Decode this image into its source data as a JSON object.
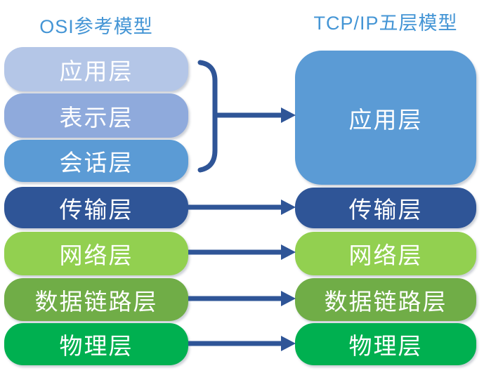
{
  "diagram": {
    "left": {
      "title": "OSI参考模型",
      "layers": [
        {
          "name": "application",
          "label": "应用层",
          "color": "#b4c6e7"
        },
        {
          "name": "presentation",
          "label": "表示层",
          "color": "#8faadc"
        },
        {
          "name": "session",
          "label": "会话层",
          "color": "#5b9bd5"
        },
        {
          "name": "transport",
          "label": "传输层",
          "color": "#2f5597"
        },
        {
          "name": "network",
          "label": "网络层",
          "color": "#92d050"
        },
        {
          "name": "data-link",
          "label": "数据链路层",
          "color": "#70ad47"
        },
        {
          "name": "physical",
          "label": "物理层",
          "color": "#00b050"
        }
      ]
    },
    "right": {
      "title": "TCP/IP五层模型",
      "layers": [
        {
          "name": "application",
          "label": "应用层",
          "color": "#5b9bd5"
        },
        {
          "name": "transport",
          "label": "传输层",
          "color": "#2f5597"
        },
        {
          "name": "network",
          "label": "网络层",
          "color": "#92d050"
        },
        {
          "name": "data-link",
          "label": "数据链路层",
          "color": "#70ad47"
        },
        {
          "name": "physical",
          "label": "物理层",
          "color": "#00b050"
        }
      ]
    },
    "colors": {
      "title": "#4495d5",
      "arrow": "#2f5597",
      "background": "#ffffff",
      "layer_text": "#ffffff"
    }
  }
}
